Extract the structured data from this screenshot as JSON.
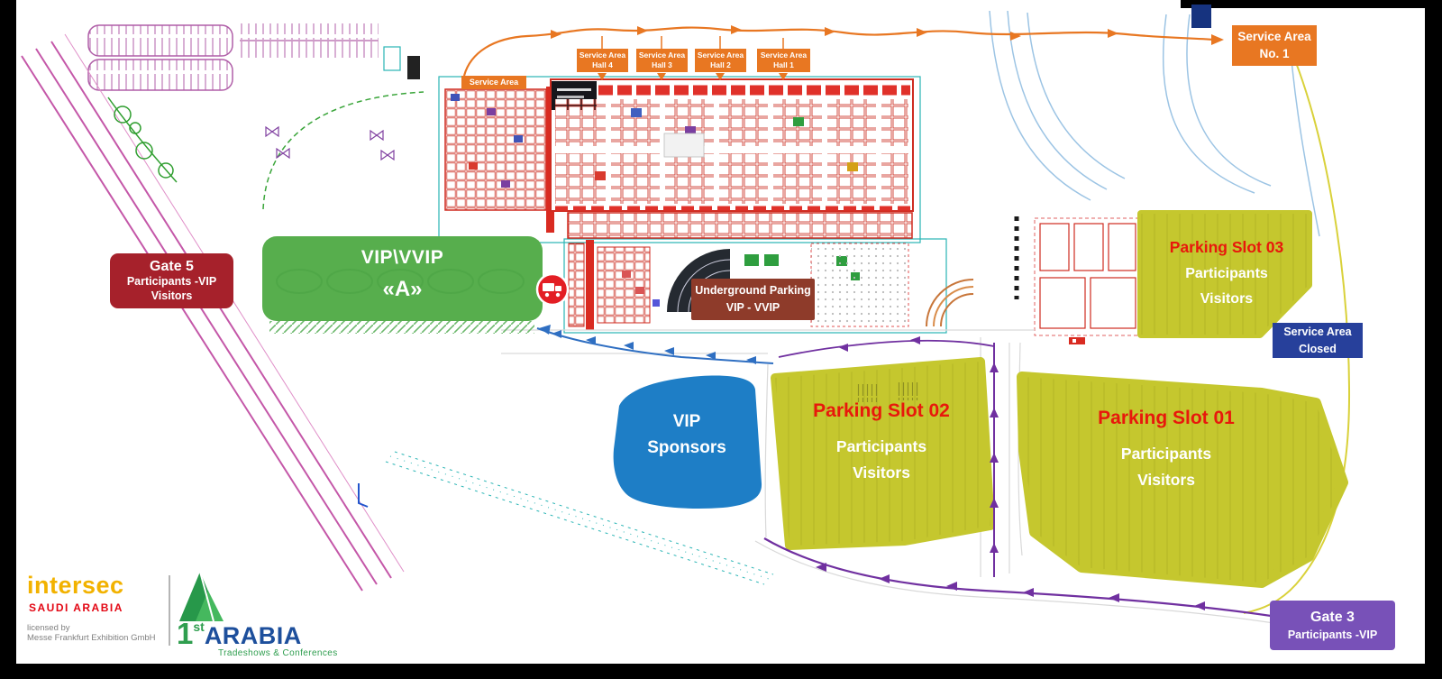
{
  "service_areas": {
    "hall_labels": [
      {
        "line1": "Service Area",
        "line2": "Hall 4"
      },
      {
        "line1": "Service Area",
        "line2": "Hall 3"
      },
      {
        "line1": "Service Area",
        "line2": "Hall 2"
      },
      {
        "line1": "Service Area",
        "line2": "Hall 1"
      }
    ],
    "west": {
      "label": "Service Area"
    },
    "no1": {
      "line1": "Service Area",
      "line2": "No. 1"
    },
    "closed": {
      "line1": "Service Area",
      "line2": "Closed"
    }
  },
  "gates": {
    "gate5": {
      "title": "Gate 5",
      "line1": "Participants -VIP",
      "line2": "Visitors"
    },
    "gate3": {
      "title": "Gate 3",
      "line1": "Participants -VIP"
    }
  },
  "zones": {
    "vip_vvip": {
      "line1": "VIP\\VVIP",
      "line2": "«A»"
    },
    "vip_sponsors": {
      "line1": "VIP",
      "line2": "Sponsors"
    },
    "underground": {
      "line1": "Underground Parking",
      "line2": "VIP - VVIP"
    },
    "slot03": {
      "title": "Parking Slot 03",
      "line1": "Participants",
      "line2": "Visitors"
    },
    "slot02": {
      "title": "Parking Slot 02",
      "line1": "Participants",
      "line2": "Visitors"
    },
    "slot01": {
      "title": "Parking Slot 01",
      "line1": "Participants",
      "line2": "Visitors"
    }
  },
  "footer": {
    "brand": "intersec",
    "brand_region": "SAUDI ARABIA",
    "licensed_by": "licensed by",
    "licensee": "Messe Frankfurt Exhibition GmbH",
    "partner_number": "1",
    "partner_ordinal": "st",
    "partner_name": "ARABIA",
    "partner_tagline": "Tradeshows & Conferences"
  },
  "colors": {
    "orange": "#E87722",
    "green_zone": "#57AE4D",
    "blue_zone": "#1E7EC6",
    "parking_yellow": "#C5C72E",
    "gate5_red": "#A6212B",
    "underground_brown": "#8E3B2A",
    "closed_blue": "#27409B",
    "gate3_purple": "#7851B8",
    "slot_title_red": "#E8180C",
    "route_orange": "#E87722",
    "route_blue": "#2F6FC2",
    "route_purple": "#7030A0",
    "road_magenta": "#C457A8",
    "plan_red": "#CF3A2E",
    "teal": "#29B5B5"
  }
}
